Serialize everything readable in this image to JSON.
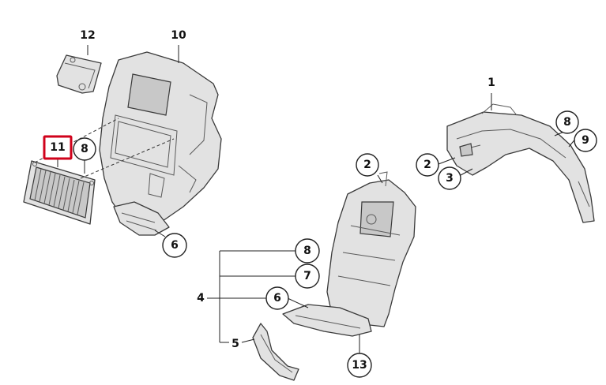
{
  "callouts": {
    "c1": "1",
    "c2a": "2",
    "c2b": "2",
    "c3": "3",
    "c4": "4",
    "c5": "5",
    "c6a": "6",
    "c6b": "6",
    "c7": "7",
    "c8a": "8",
    "c8b": "8",
    "c8c": "8",
    "c9": "9",
    "c10": "10",
    "c11": "11",
    "c12": "12",
    "c13": "13"
  },
  "colors": {
    "highlight": "#d0021b",
    "part_fill": "#e2e2e2",
    "line": "#222222"
  }
}
